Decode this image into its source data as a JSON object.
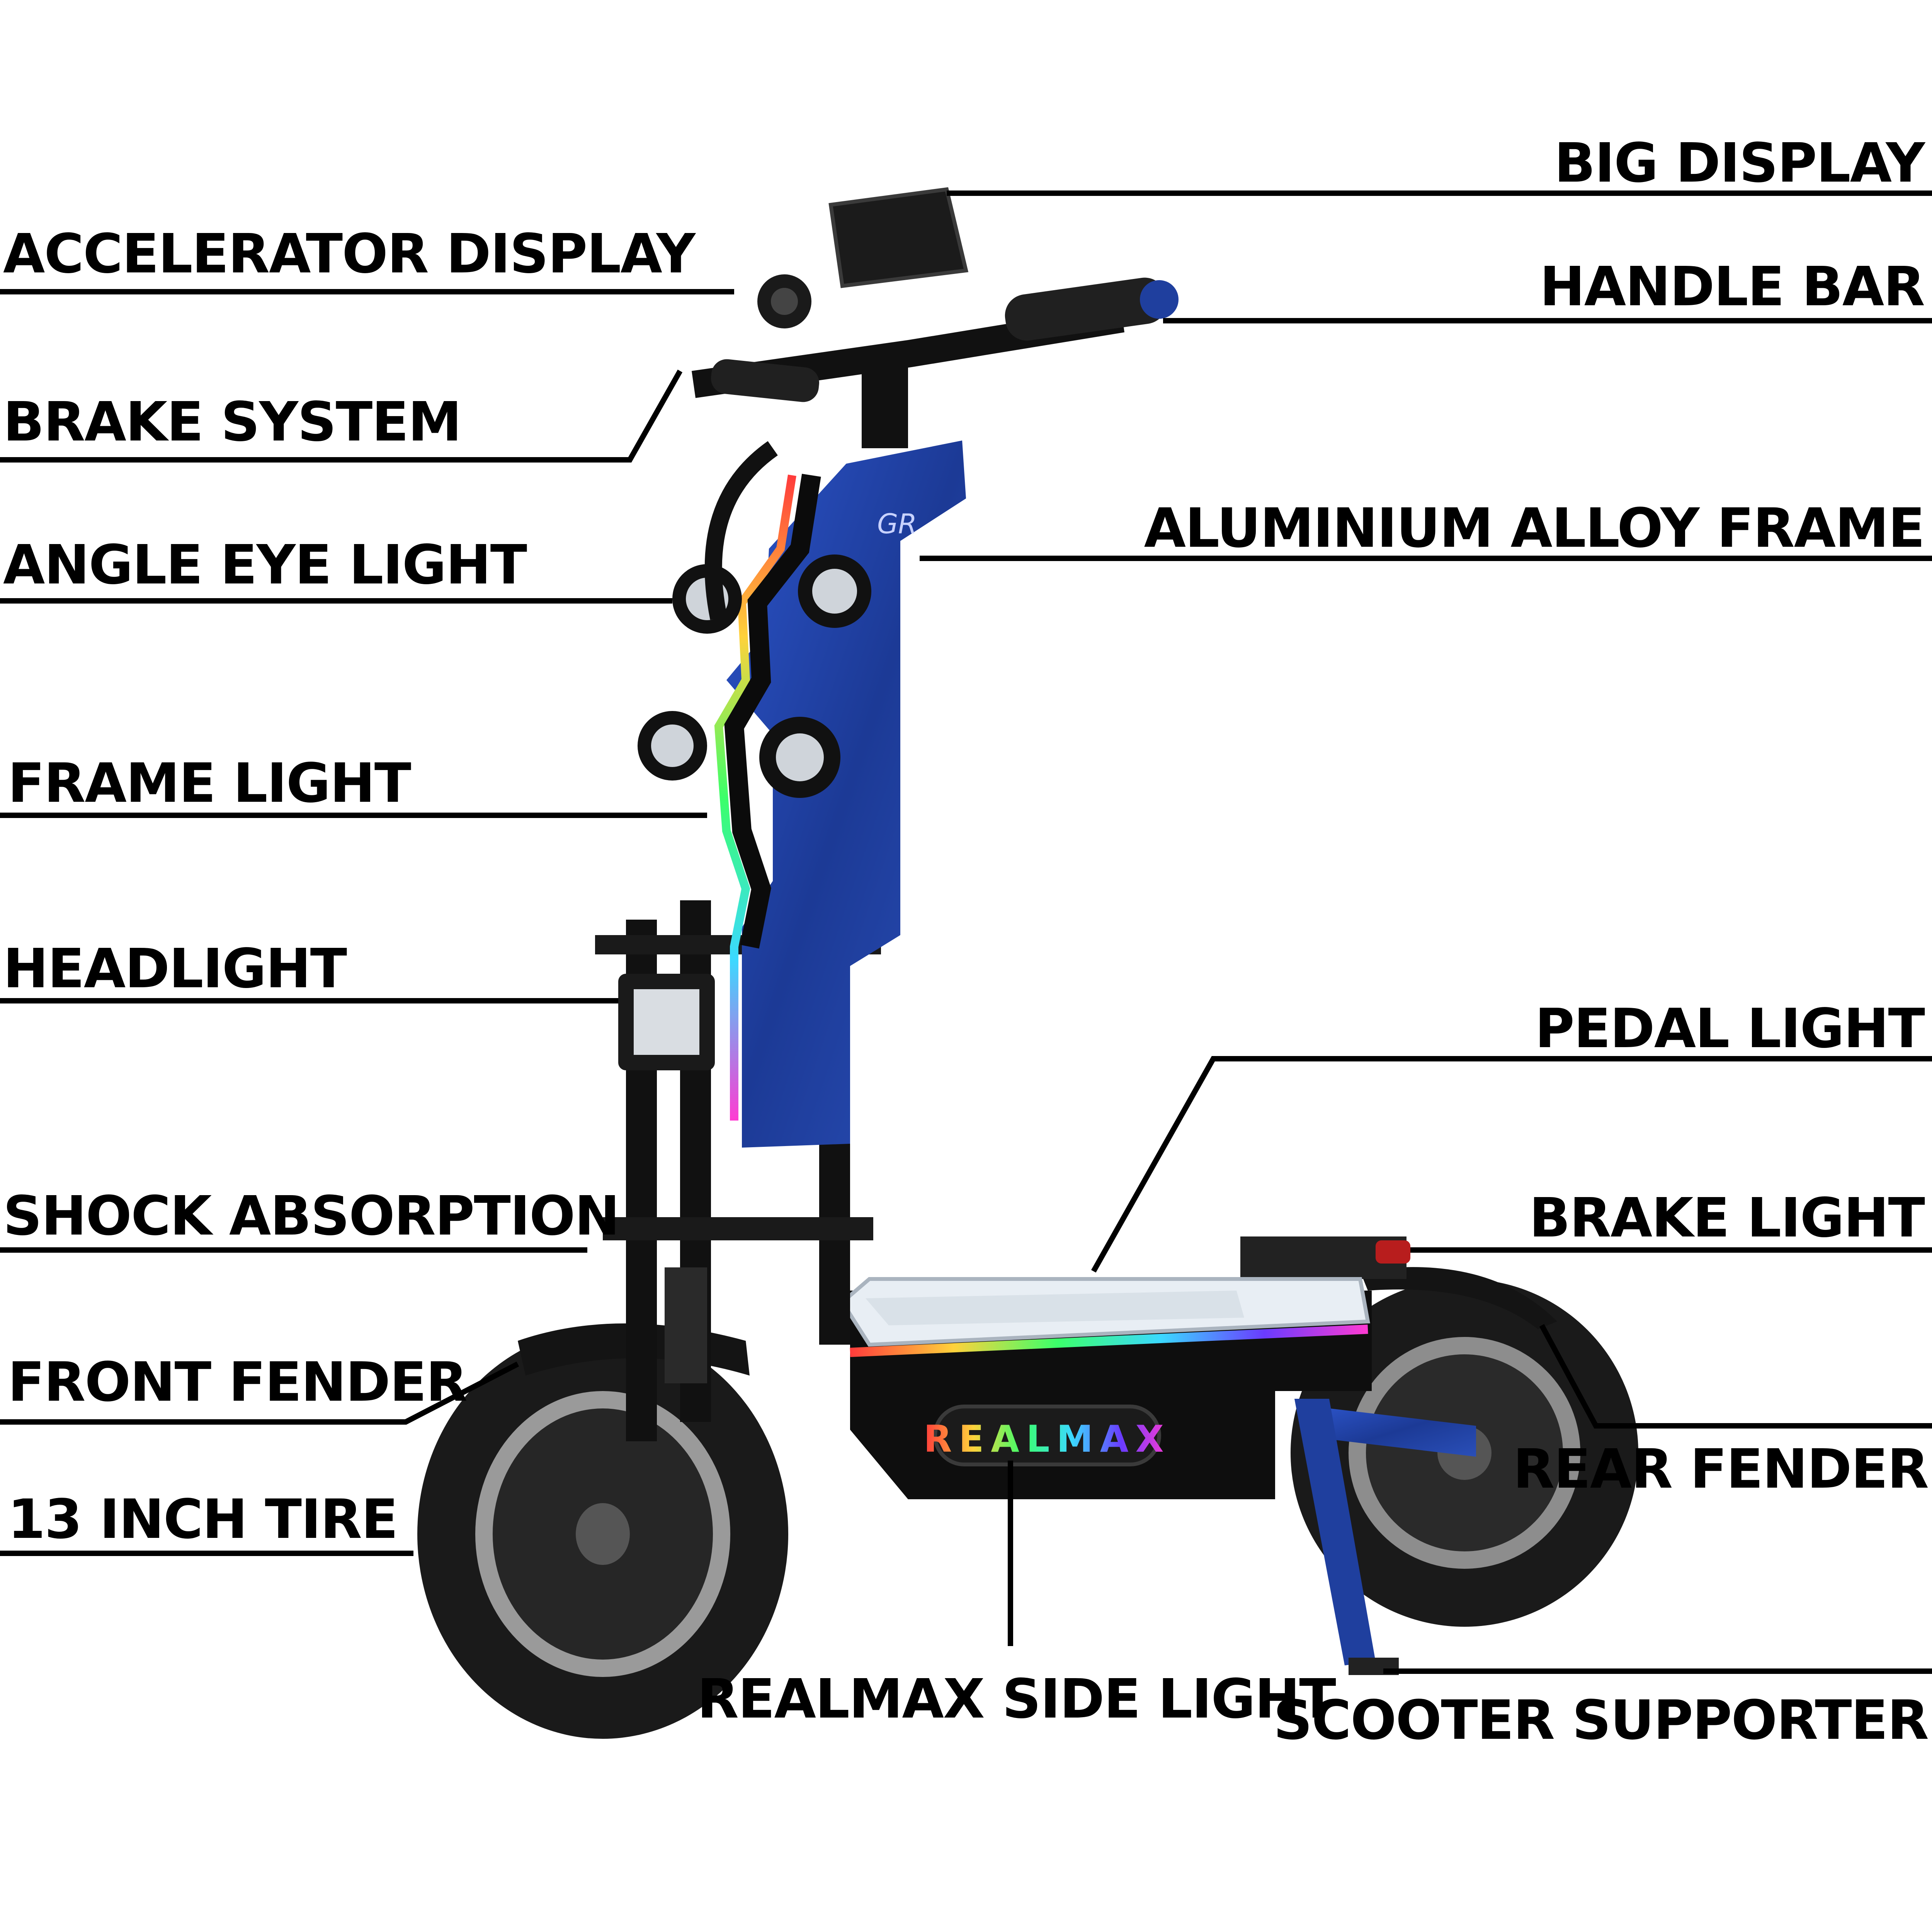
{
  "colors": {
    "leader": "#000000",
    "frame_blue": "#1f3f9e",
    "body_black": "#111111",
    "tire": "#1a1a1a",
    "rim": "#9a9a9a",
    "deck_clear": "#e8eef4"
  },
  "labels": {
    "accelerator_display": "ACCELERATOR DISPLAY",
    "brake_system": "BRAKE SYSTEM",
    "angle_eye_light": "ANGLE EYE LIGHT",
    "frame_light": "FRAME LIGHT",
    "headlight": "HEADLIGHT",
    "shock_absorption": "SHOCK ABSORPTION",
    "front_fender": "FRONT FENDER",
    "tire": "13 INCH TIRE",
    "big_display": "BIG DISPLAY",
    "handle_bar": "HANDLE BAR",
    "aluminium_frame": "ALUMINIUM ALLOY FRAME",
    "pedal_light": "PEDAL LIGHT",
    "brake_light": "BRAKE LIGHT",
    "rear_fender": "REAR FENDER",
    "side_light": "REALMAX SIDE LIGHT",
    "supporter": "SCOOTER SUPPORTER"
  },
  "brand": {
    "logo_text": "REALMAX",
    "frame_mark": "GR"
  }
}
